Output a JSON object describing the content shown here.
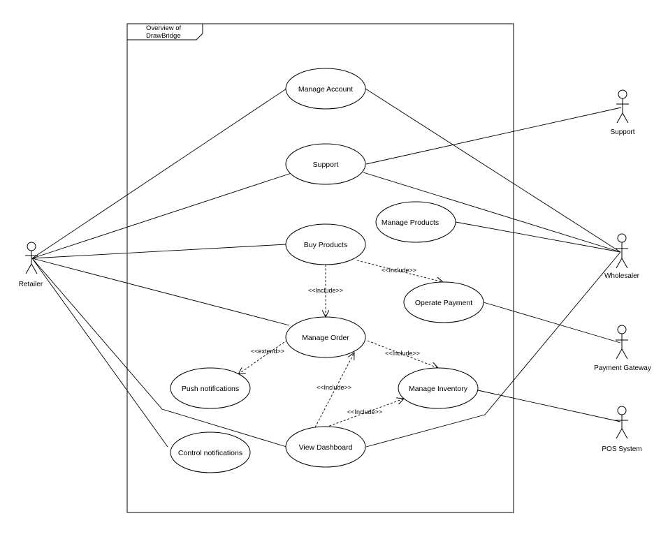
{
  "frame": {
    "title_line1": "Overview of",
    "title_line2": "DrawBridge"
  },
  "actors": {
    "retailer": "Retailer",
    "support": "Support",
    "wholesaler": "Wholesaler",
    "payment_gateway": "Payment Gateway",
    "pos_system": "POS System"
  },
  "use_cases": {
    "manage_account": "Manage Account",
    "support": "Support",
    "manage_products": "Manage Products",
    "buy_products": "Buy Products",
    "operate_payment": "Operate Payment",
    "manage_order": "Manage Order",
    "push_notifications": "Push notifications",
    "manage_inventory": "Manage Inventory",
    "control_notifications": "Control notifications",
    "view_dashboard": "View Dashboard"
  },
  "relations": {
    "buy_include_payment": "<<Include>>",
    "buy_include_order": "<<Include>>",
    "order_extend_push": "<<extend>>",
    "order_include_inventory": "<<Include>>",
    "dashboard_include_order": "<<Include>>",
    "dashboard_include_inventory": "<<Include>>"
  },
  "colors": {
    "stroke": "#000000",
    "background": "#ffffff"
  }
}
